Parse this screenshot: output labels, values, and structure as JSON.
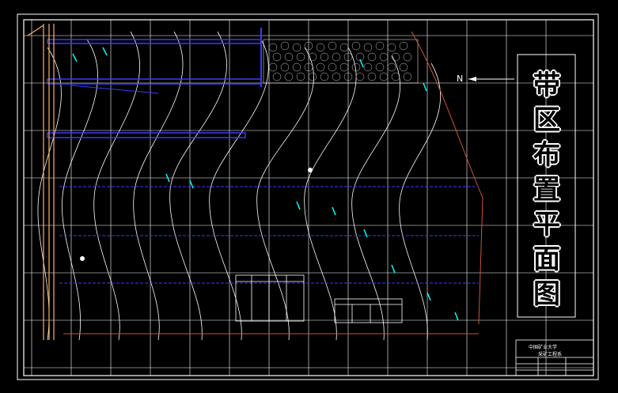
{
  "title_chars": [
    "带",
    "区",
    "布",
    "置",
    "平",
    "面",
    "图"
  ],
  "north_label": "N",
  "title_block": {
    "line1": "中国矿业大学",
    "line2": "采矿工程系"
  },
  "colors": {
    "background": "#000000",
    "frame": "#ffffff",
    "contour": "#ffffff",
    "roadway": "#3a3aff",
    "boundary": "#ffb060",
    "annotation": "#00ffff",
    "fault": "#cc5533"
  }
}
